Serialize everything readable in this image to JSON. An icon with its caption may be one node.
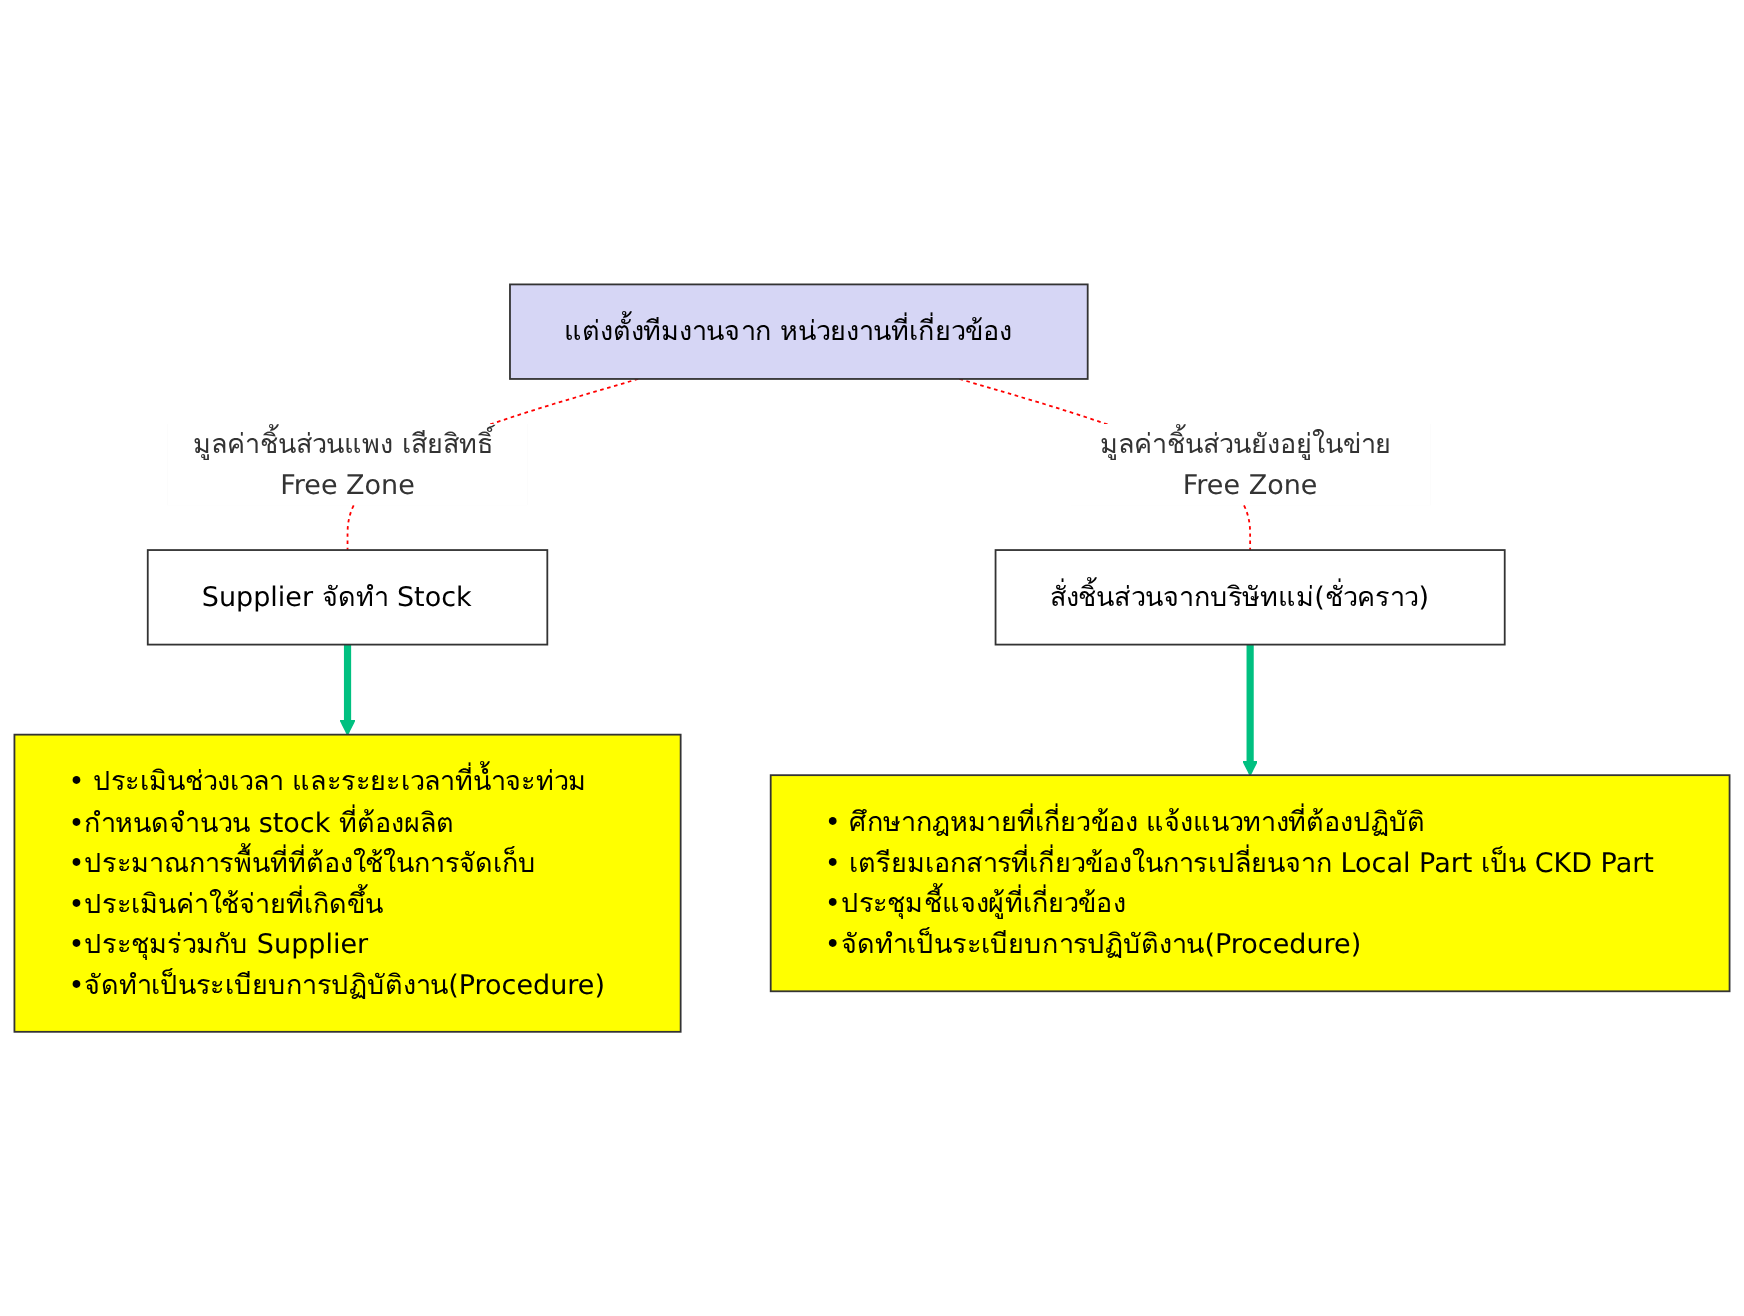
{
  "diagram": {
    "nodes": [
      {
        "text": [
          "แต่งตั้งทีมงานจาก หน่วยงานที่เกี่ยวข้อง"
        ]
      },
      {
        "text": [
          "Supplier จัดทำ Stock"
        ]
      },
      {
        "text": [
          "สั่งชิ้นส่วนจากบริษัทแม่(ชั่วคราว)"
        ]
      },
      {
        "text": [
          "• ประเมินช่วงเวลา และระยะเวลาที่น้ำจะท่วม",
          "•กำหนดจำนวน stock ที่ต้องผลิต",
          "•ประมาณการพื้นที่ที่ต้องใช้ในการจัดเก็บ",
          "•ประเมินค่าใช้จ่ายที่เกิดขึ้น",
          "•ประชุมร่วมกับ Supplier",
          "•จัดทำเป็นระเบียบการปฏิบัติงาน(Procedure)"
        ]
      },
      {
        "text": [
          "• ศึกษากฎหมายที่เกี่ยวข้อง แจ้งแนวทางที่ต้องปฏิบัติ",
          "• เตรียมเอกสารที่เกี่ยวข้องในการเปลี่ยนจาก Local Part เป็น CKD Part",
          "•ประชุมชี้แจงผู้ที่เกี่ยวข้อง",
          "•จัดทำเป็นระเบียบการปฏิบัติงาน(Procedure)"
        ]
      }
    ],
    "edges": [
      {
        "from": 0,
        "to": 1,
        "arrow": "none",
        "label": "มูลค่าชิ้นส่วนแพง เสียสิทธิ์ Free Zone",
        "style": "dashed",
        "color": "#ff0000"
      },
      {
        "from": 0,
        "to": 2,
        "arrow": "none",
        "label": "มูลค่าชิ้นส่วนยังอยู่ในข่าย Free Zone",
        "style": "dashed",
        "color": "#ff0000"
      },
      {
        "from": 1,
        "to": 3,
        "arrow": "to",
        "style": "thick",
        "color": "#00c080"
      },
      {
        "from": 2,
        "to": 4,
        "arrow": "to",
        "style": "thick",
        "color": "#00c080"
      }
    ]
  }
}
